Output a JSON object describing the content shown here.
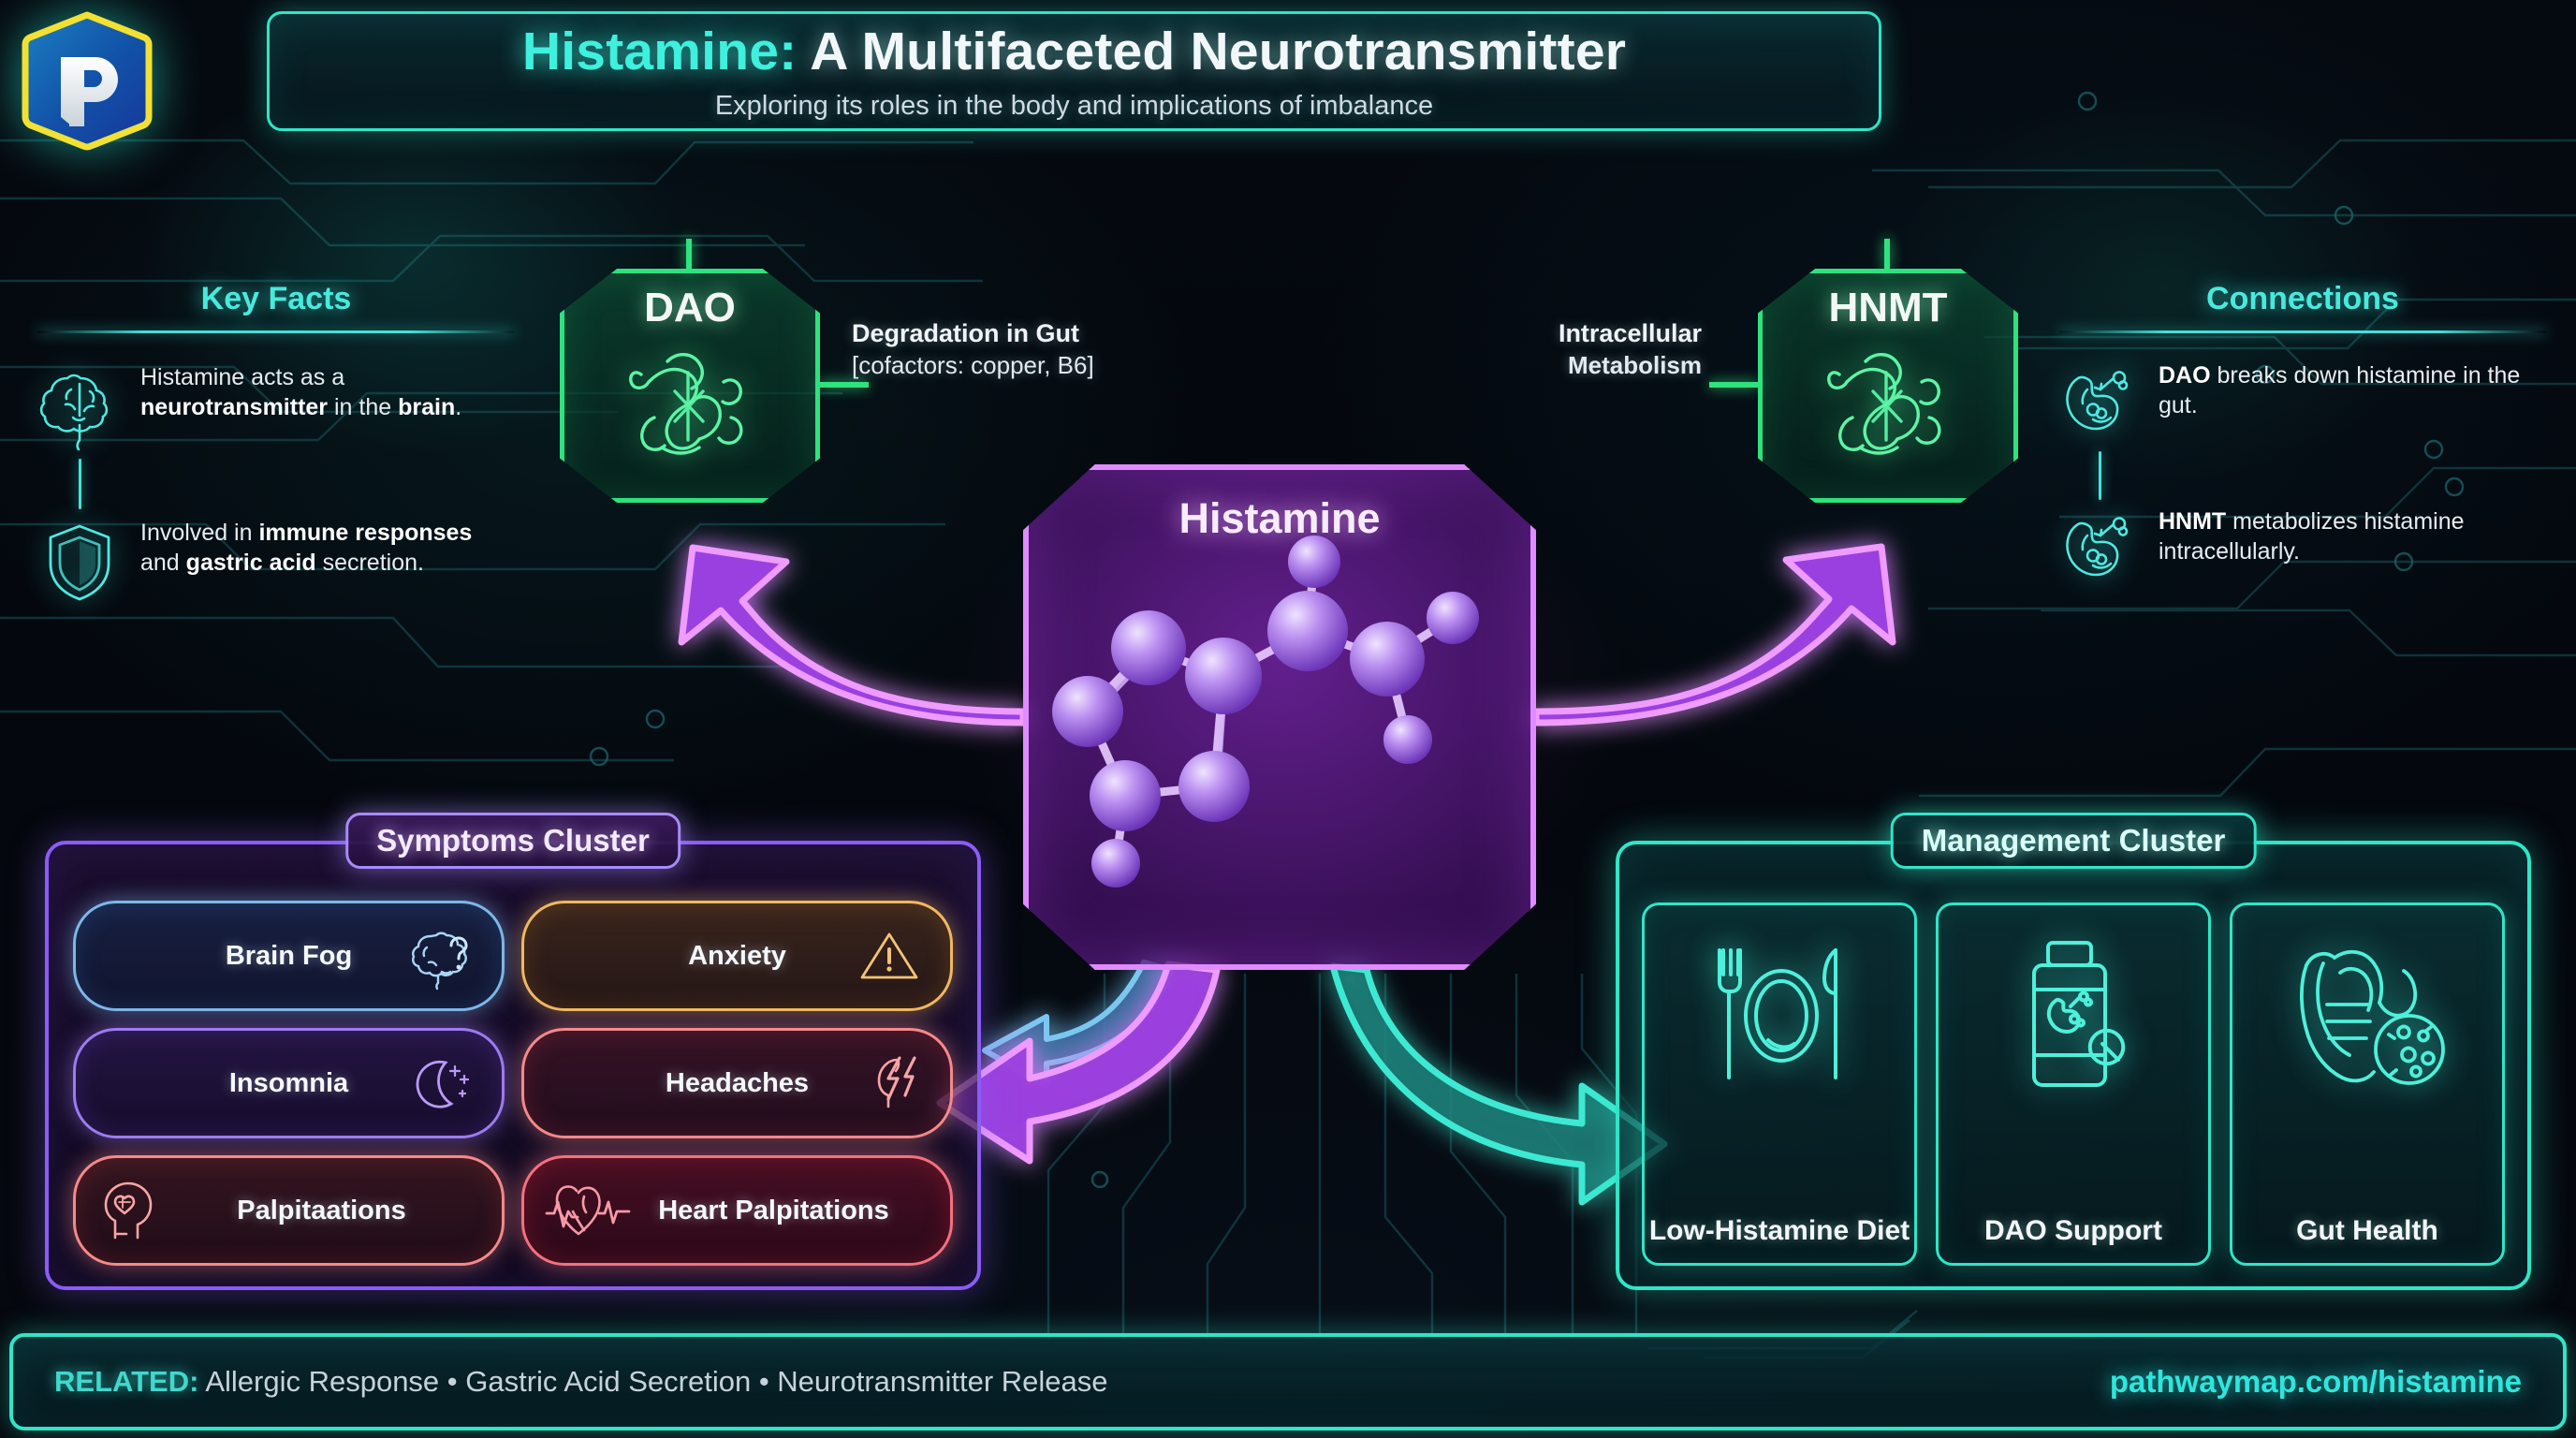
{
  "logo": {
    "letter": "P",
    "name": "pathwaymap-logo"
  },
  "header": {
    "title_accent": "Histamine:",
    "title_rest": " A Multifaceted Neurotransmitter",
    "subtitle": "Exploring its roles in the body and implications of imbalance"
  },
  "key_facts": {
    "heading": "Key Facts",
    "items": [
      {
        "icon": "brain-icon",
        "text_html": "Histamine acts as a <b>neurotransmitter</b> in the <b>brain</b>."
      },
      {
        "icon": "shield-icon",
        "text_html": "Involved in <b>immune responses</b> and <b>gastric acid</b> secretion."
      }
    ]
  },
  "connections": {
    "heading": "Connections",
    "items": [
      {
        "icon": "stomach-icon",
        "text_html": "<b>DAO</b> breaks down histamine in the gut."
      },
      {
        "icon": "stomach-icon",
        "text_html": "<b>HNMT</b> metabolizes histamine intracellularly."
      }
    ]
  },
  "enzymes": {
    "dao": {
      "label": "DAO",
      "icon": "protein-ribbon-icon",
      "caption_title": "Degradation in Gut",
      "caption_sub": "[cofactors: copper, B6]"
    },
    "hnmt": {
      "label": "HNMT",
      "icon": "protein-ribbon-icon",
      "caption_title": "Intracellular",
      "caption_sub": "Metabolism"
    }
  },
  "center": {
    "title": "Histamine",
    "icon": "histamine-molecule-icon"
  },
  "symptoms_cluster": {
    "title": "Symptoms Cluster",
    "items": [
      {
        "label": "Brain Fog",
        "icon": "brain-question-icon",
        "color": "#7db7e8",
        "bg1": "rgba(22,48,84,.55)",
        "bg2": "rgba(12,26,50,.55)"
      },
      {
        "label": "Anxiety",
        "icon": "warning-triangle-icon",
        "color": "#f0b861",
        "bg1": "rgba(84,56,16,.55)",
        "bg2": "rgba(48,30,8,.55)"
      },
      {
        "label": "Insomnia",
        "icon": "moon-stars-icon",
        "color": "#9d7bf0",
        "bg1": "rgba(46,28,88,.55)",
        "bg2": "rgba(26,14,52,.55)"
      },
      {
        "label": "Headaches",
        "icon": "head-lightning-icon",
        "color": "#f58a8a",
        "bg1": "rgba(84,26,34,.50)",
        "bg2": "rgba(48,14,22,.50)"
      },
      {
        "label": "Palpitaations",
        "icon": "head-heart-icon",
        "color": "#f58a8a",
        "bg1": "rgba(86,32,30,.50)",
        "bg2": "rgba(46,16,18,.50)"
      },
      {
        "label": "Heart Palpitations",
        "icon": "heart-ecg-icon",
        "color": "#f4717f",
        "bg1": "rgba(104,16,34,.62)",
        "bg2": "rgba(58,8,20,.62)"
      }
    ]
  },
  "management_cluster": {
    "title": "Management Cluster",
    "items": [
      {
        "label": "Low-Histamine Diet",
        "icon": "plate-cutlery-icon"
      },
      {
        "label": "DAO Support",
        "icon": "supplement-bottle-icon"
      },
      {
        "label": "Gut Health",
        "icon": "intestine-microbes-icon"
      }
    ]
  },
  "footer": {
    "related_label": "RELATED:",
    "related_items": " Allergic Response • Gastric Acid Secretion • Neurotransmitter Release",
    "url": "pathwaymap.com/histamine"
  },
  "colors": {
    "teal": "#2ee6c8",
    "green": "#2ee27e",
    "purple": "#c458ff",
    "purple_border": "#e08bff",
    "violet": "#8b5cf6",
    "bg": "#04070c"
  }
}
